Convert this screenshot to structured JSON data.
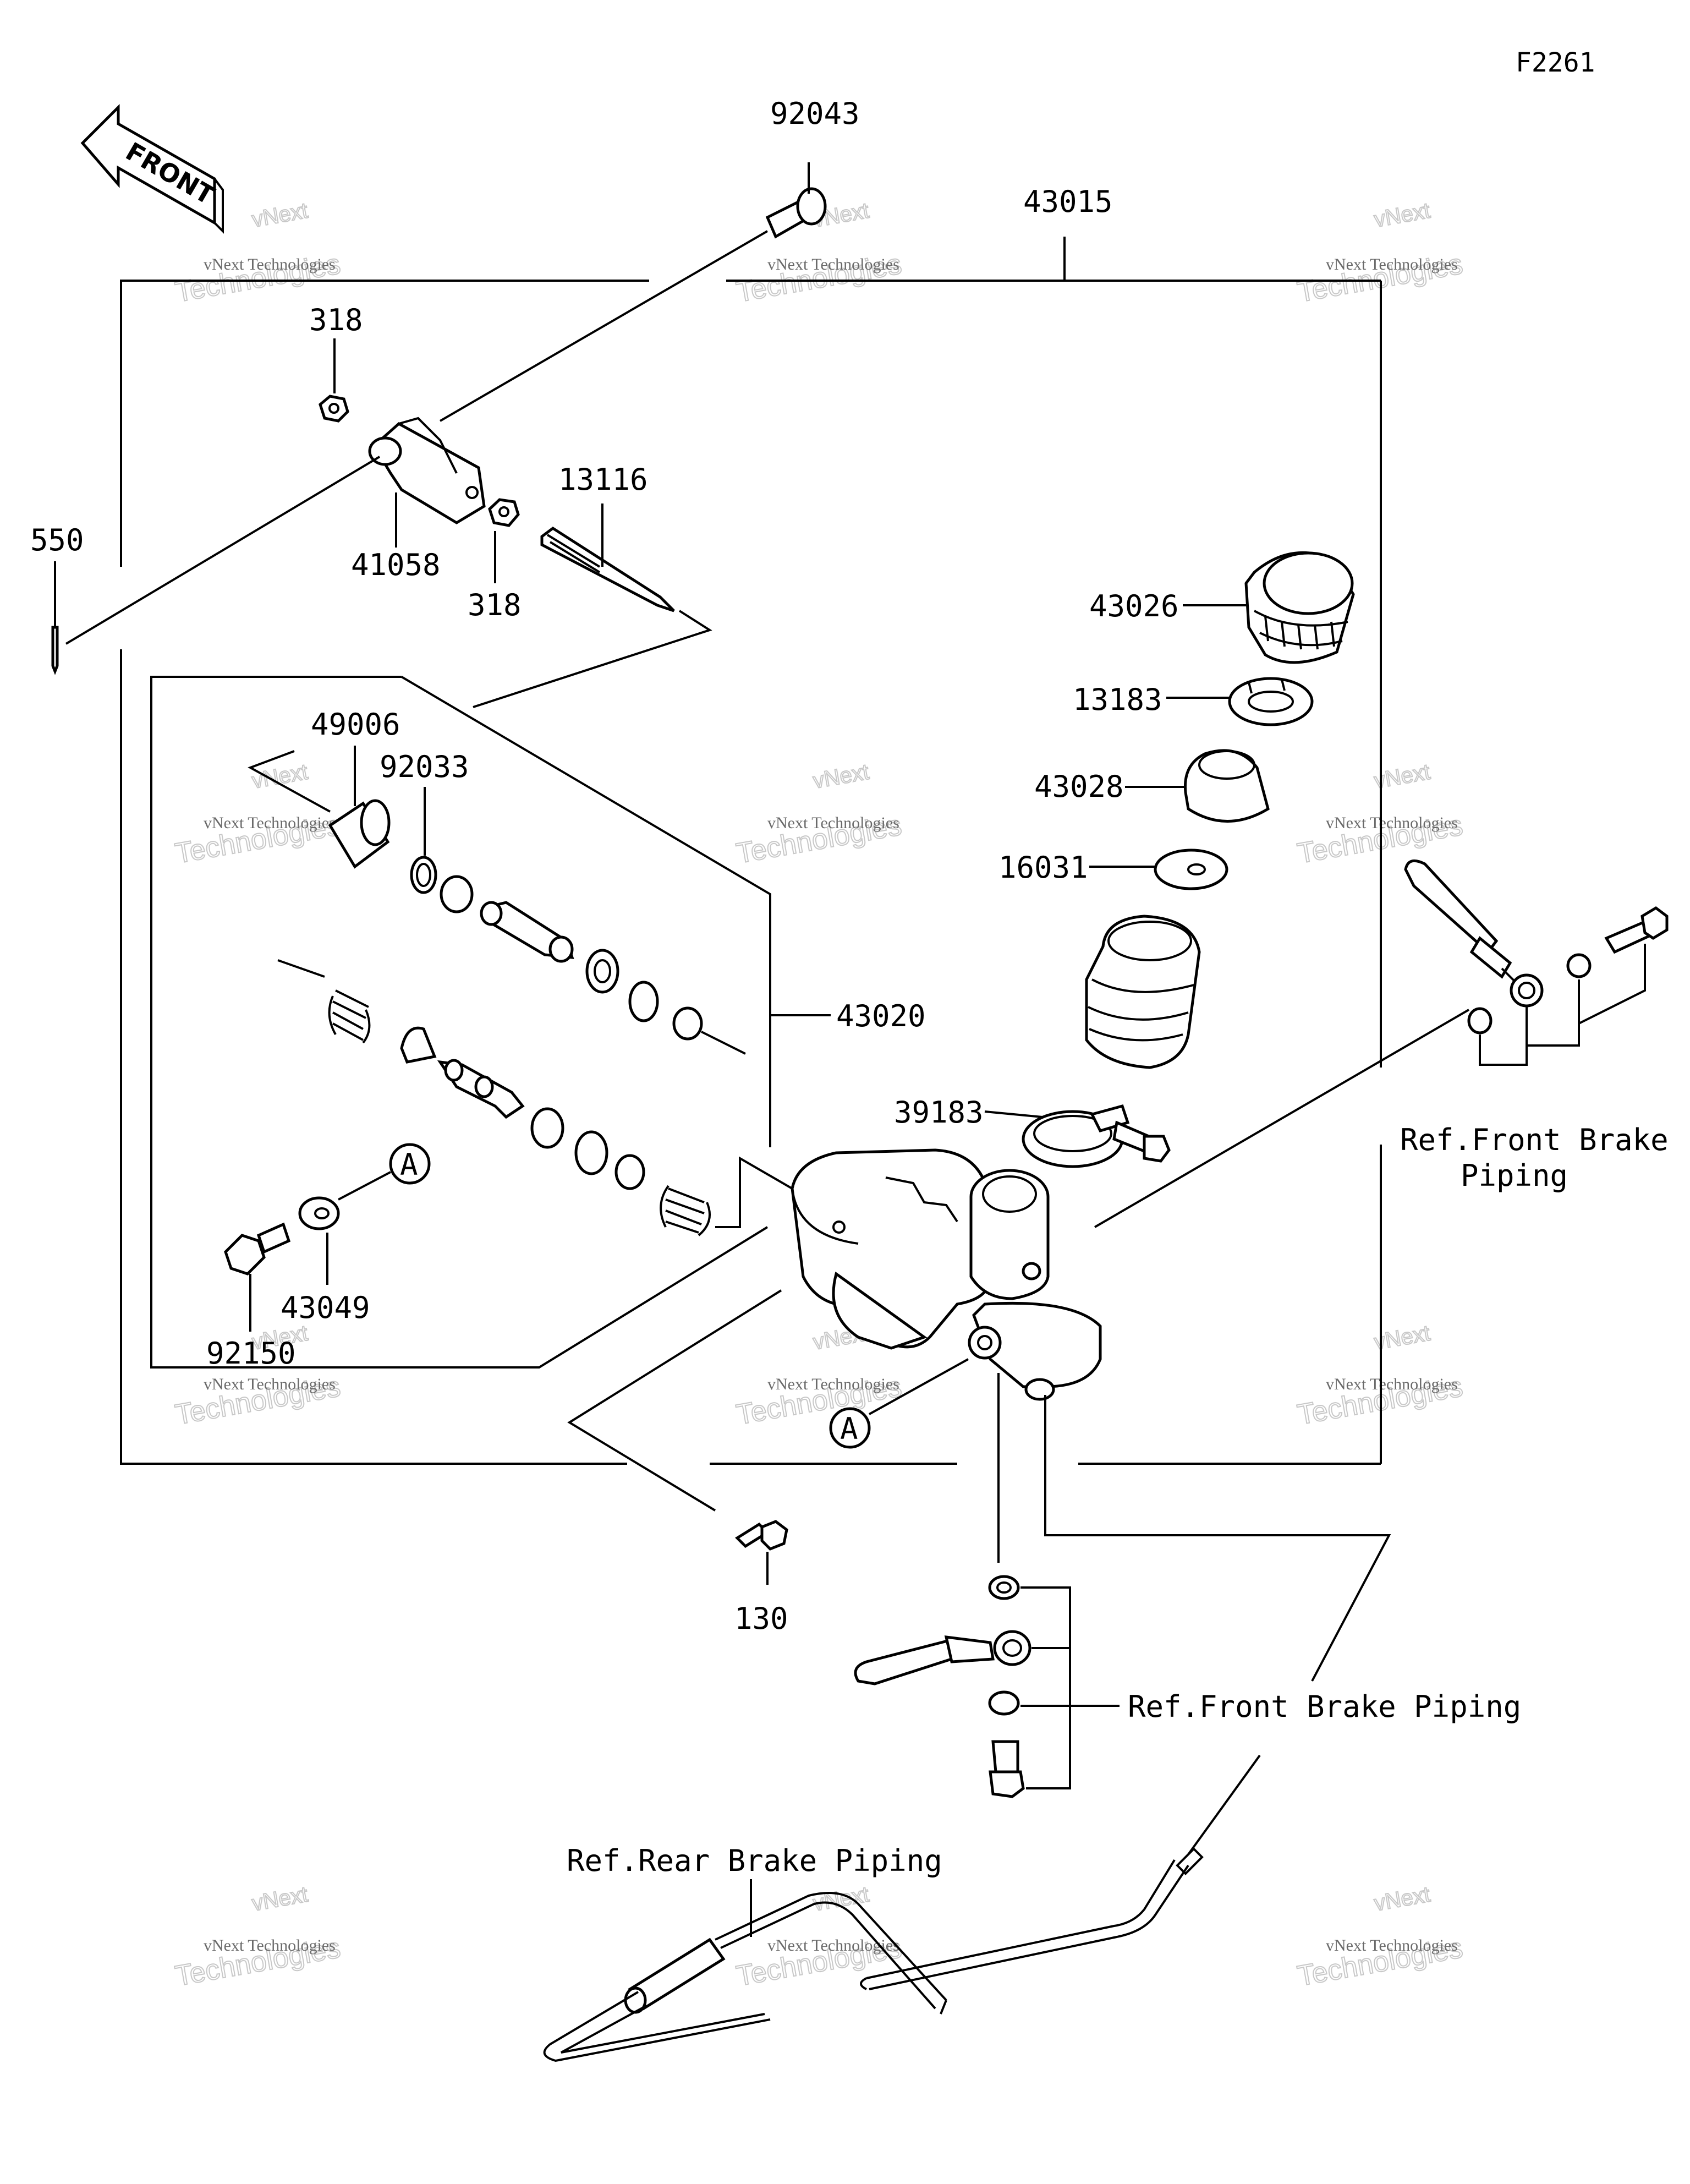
{
  "diagram_code": "F2261",
  "front_arrow_label": "FRONT",
  "part_numbers": {
    "p92043": "92043",
    "p43015": "43015",
    "p318a": "318",
    "p318b": "318",
    "p550": "550",
    "p41058": "41058",
    "p13116": "13116",
    "p43026": "43026",
    "p13183": "13183",
    "p43028": "43028",
    "p16031": "16031",
    "p49006": "49006",
    "p92033": "92033",
    "p43020": "43020",
    "p39183": "39183",
    "p43049": "43049",
    "p92150": "92150",
    "p130": "130"
  },
  "callouts": {
    "a_left": "A",
    "a_body": "A"
  },
  "references": {
    "front_brake_right_line1": "Ref.Front Brake",
    "front_brake_right_line2": "Piping",
    "front_brake_lower": "Ref.Front Brake Piping",
    "rear_brake": "Ref.Rear Brake Piping"
  },
  "watermark": {
    "line1": "vNext Technologies",
    "line2": "Technologies",
    "line3": "vNext"
  }
}
